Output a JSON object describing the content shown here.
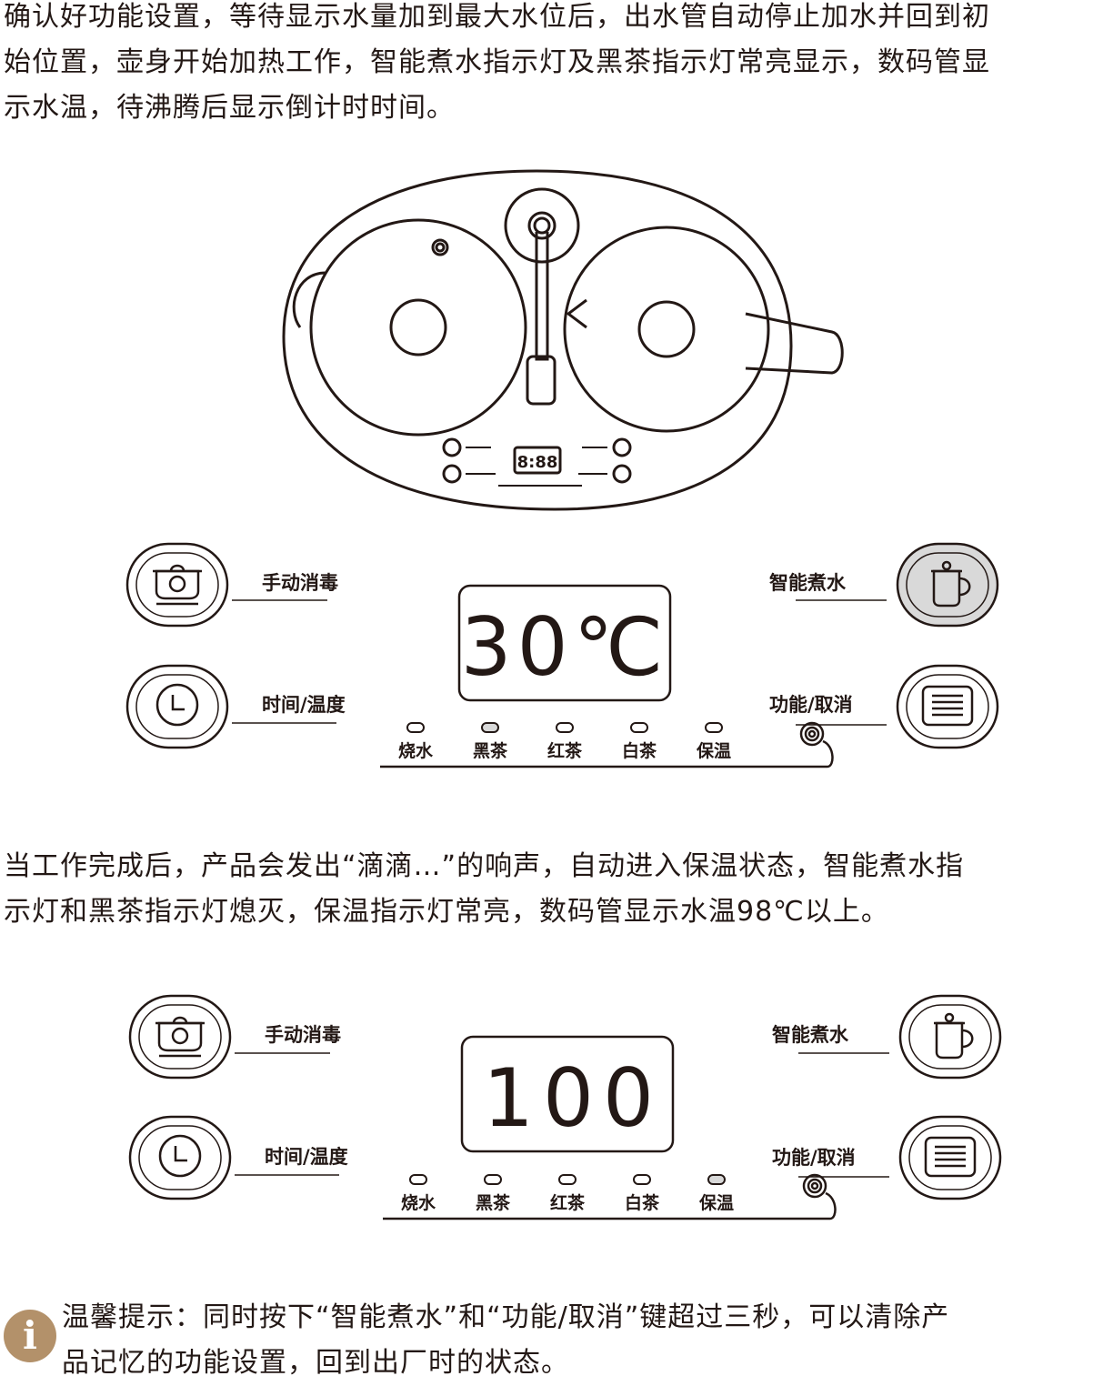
{
  "intro": {
    "lines": [
      "确认好功能设置，等待显示水量加到最大水位后，出水管自动停止加水并回到初",
      "始位置，壶身开始加热工作，智能煮水指示灯及黑茶指示灯常亮显示，数码管显",
      "示水温，待沸腾后显示倒计时时间。"
    ]
  },
  "device_top_view": {
    "mini_display": "8:88"
  },
  "panel_boiling": {
    "labels": {
      "disinfect": "手动消毒",
      "time_temp": "时间/温度",
      "smart_boil": "智能煮水",
      "function_cancel": "功能/取消"
    },
    "display": "30℃",
    "indicators": [
      "烧水",
      "黑茶",
      "红茶",
      "白茶",
      "保温"
    ],
    "lit_indicator": "黑茶",
    "lit_button": "智能煮水"
  },
  "middle": {
    "lines": [
      "当工作完成后，产品会发出“滴滴…”的响声，自动进入保温状态，智能煮水指",
      "示灯和黑茶指示灯熄灭，保温指示灯常亮，数码管显示水温98℃以上。"
    ]
  },
  "panel_keepwarm": {
    "labels": {
      "disinfect": "手动消毒",
      "time_temp": "时间/温度",
      "smart_boil": "智能煮水",
      "function_cancel": "功能/取消"
    },
    "display": "100",
    "indicators": [
      "烧水",
      "黑茶",
      "红茶",
      "白茶",
      "保温"
    ],
    "lit_indicator": "保温"
  },
  "tip": {
    "icon": "info-icon",
    "icon_glyph": "i",
    "lines": [
      "温馨提示：同时按下“智能煮水”和“功能/取消”键超过三秒，可以清除产",
      "品记忆的功能设置，回到出厂时的状态。"
    ]
  },
  "colors": {
    "line": "#231815",
    "lit_fill": "#d9d9d9",
    "tip_icon": "#b3916a"
  }
}
